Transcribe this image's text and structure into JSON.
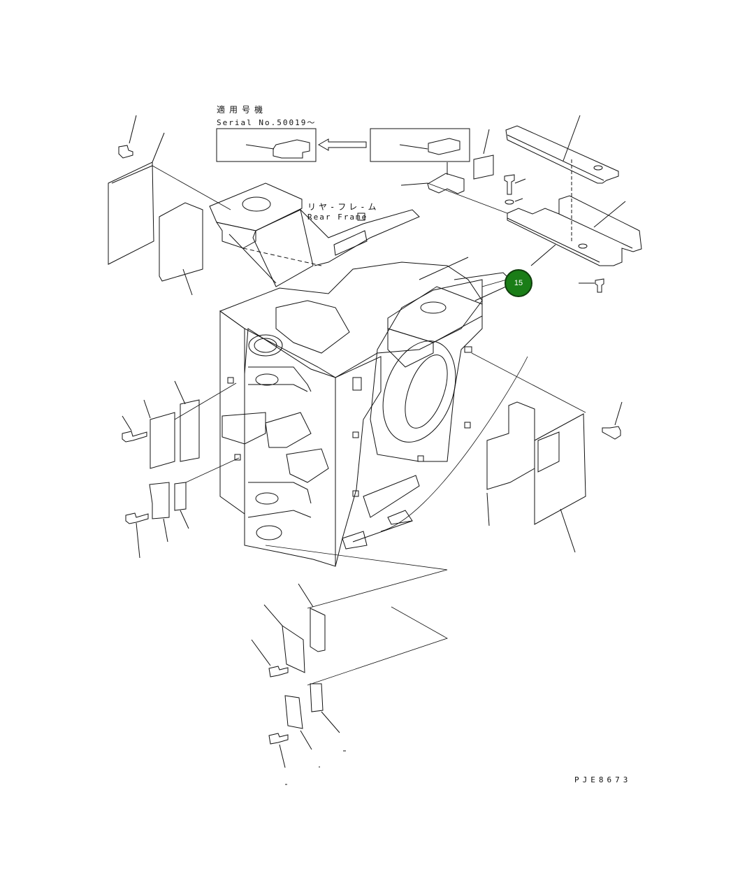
{
  "serial_note": {
    "jp": "適用号機",
    "en": "Serial No.50019～"
  },
  "frame_label": {
    "jp": "リヤ-フレ-ム",
    "en": "Rear Frame"
  },
  "callout": {
    "number": "15",
    "color": "#1a7d17"
  },
  "drawing_code": "PJE8673"
}
